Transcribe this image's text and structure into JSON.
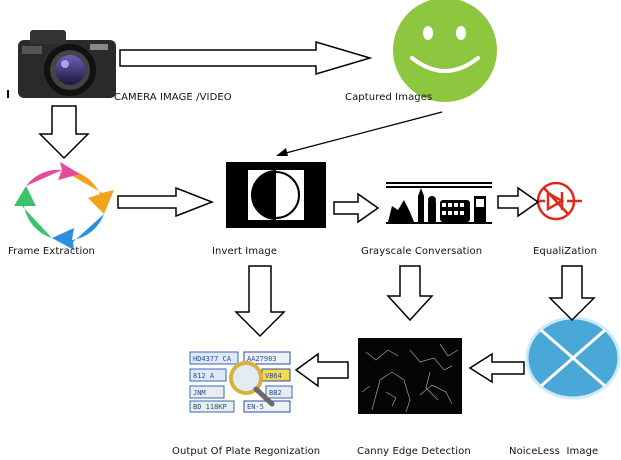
{
  "nodes": {
    "camera": {
      "label": "CAMERA IMAGE /VIDEO",
      "marker": "I",
      "icon": "camera-icon"
    },
    "captured": {
      "label": "Captured Images",
      "icon": "smiley-face-icon"
    },
    "frame": {
      "label": "Frame Extraction",
      "icon": "refresh-cycle-icon"
    },
    "invert": {
      "label": "Invert Image",
      "icon": "invert-contrast-icon"
    },
    "grayscale": {
      "label": "Grayscale Conversation",
      "icon": "london-skyline-icon"
    },
    "equalization": {
      "label": "EqualiZation",
      "icon": "no-transistor-icon"
    },
    "noiseless": {
      "label": "NoiceLess  Image",
      "icon": "x-circle-icon"
    },
    "canny": {
      "label": "Canny Edge Detection",
      "icon": "edge-image-icon"
    },
    "output": {
      "label": "Output Of Plate Regonization",
      "icon": "license-plates-magnifier-icon",
      "plates": [
        "HD4377 CA",
        "AA27983",
        "812 A",
        "VB64",
        "JNM",
        "BB2",
        "BD 118KP",
        "EN-5"
      ]
    }
  },
  "colors": {
    "smiley": "#8dc63f",
    "noise_disc": "#4aa8d8",
    "equalize_red": "#e0281c",
    "arrow_stroke": "#000000"
  }
}
